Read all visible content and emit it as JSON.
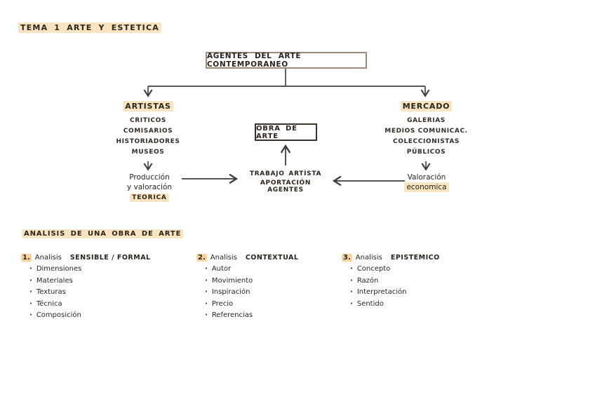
{
  "page": {
    "title": "TEMA 1 ARTE Y ESTETICA"
  },
  "flowchart": {
    "root_label": "AGENTES DEL ARTE CONTEMPORANEO",
    "left_branch": {
      "title": "ARTISTAS",
      "items": [
        "CRITICOS",
        "COMISARIOS",
        "HISTORIADORES",
        "MUSEOS"
      ],
      "result_line1": "Producción",
      "result_line2": "y valoración",
      "result_highlight": "TEORICA"
    },
    "center": {
      "box_label": "OBRA DE ARTE",
      "line1": "TRABAJO ARTÍSTA",
      "line2": "APORTACIÓN AGENTES"
    },
    "right_branch": {
      "title": "MERCADO",
      "items": [
        "GALERIAS",
        "MEDIOS COMUNICAC.",
        "COLECCIONISTAS",
        "PÚBLICOS"
      ],
      "result_line1": "Valoración",
      "result_highlight": "economica"
    }
  },
  "analysis": {
    "title": "ANALISIS DE UNA OBRA DE ARTE",
    "lists": [
      {
        "number": "1.",
        "heading_prefix": "Analisis",
        "heading_type": "SENSIBLE / FORMAL",
        "bullet": "·",
        "items": [
          "Dimensiones",
          "Materiales",
          "Texturas",
          "Técnica",
          "Composición"
        ]
      },
      {
        "number": "2.",
        "heading_prefix": "Analisis",
        "heading_type": "CONTEXTUAL",
        "bullet": "·",
        "items": [
          "Autor",
          "Movimiento",
          "Inspiración",
          "Precio",
          "Referencias"
        ]
      },
      {
        "number": "3.",
        "heading_prefix": "Analisis",
        "heading_type": "EPISTEMICO",
        "bullet": "·",
        "items": [
          "Concepto",
          "Razón",
          "Interpretación",
          "Sentido"
        ]
      }
    ]
  },
  "colors": {
    "highlight": "#f8e4c0",
    "ink": "#2b241d",
    "root_box_border": "#9b8a76",
    "obra_box_border": "#3a332b",
    "line": "#3d3d3d"
  }
}
